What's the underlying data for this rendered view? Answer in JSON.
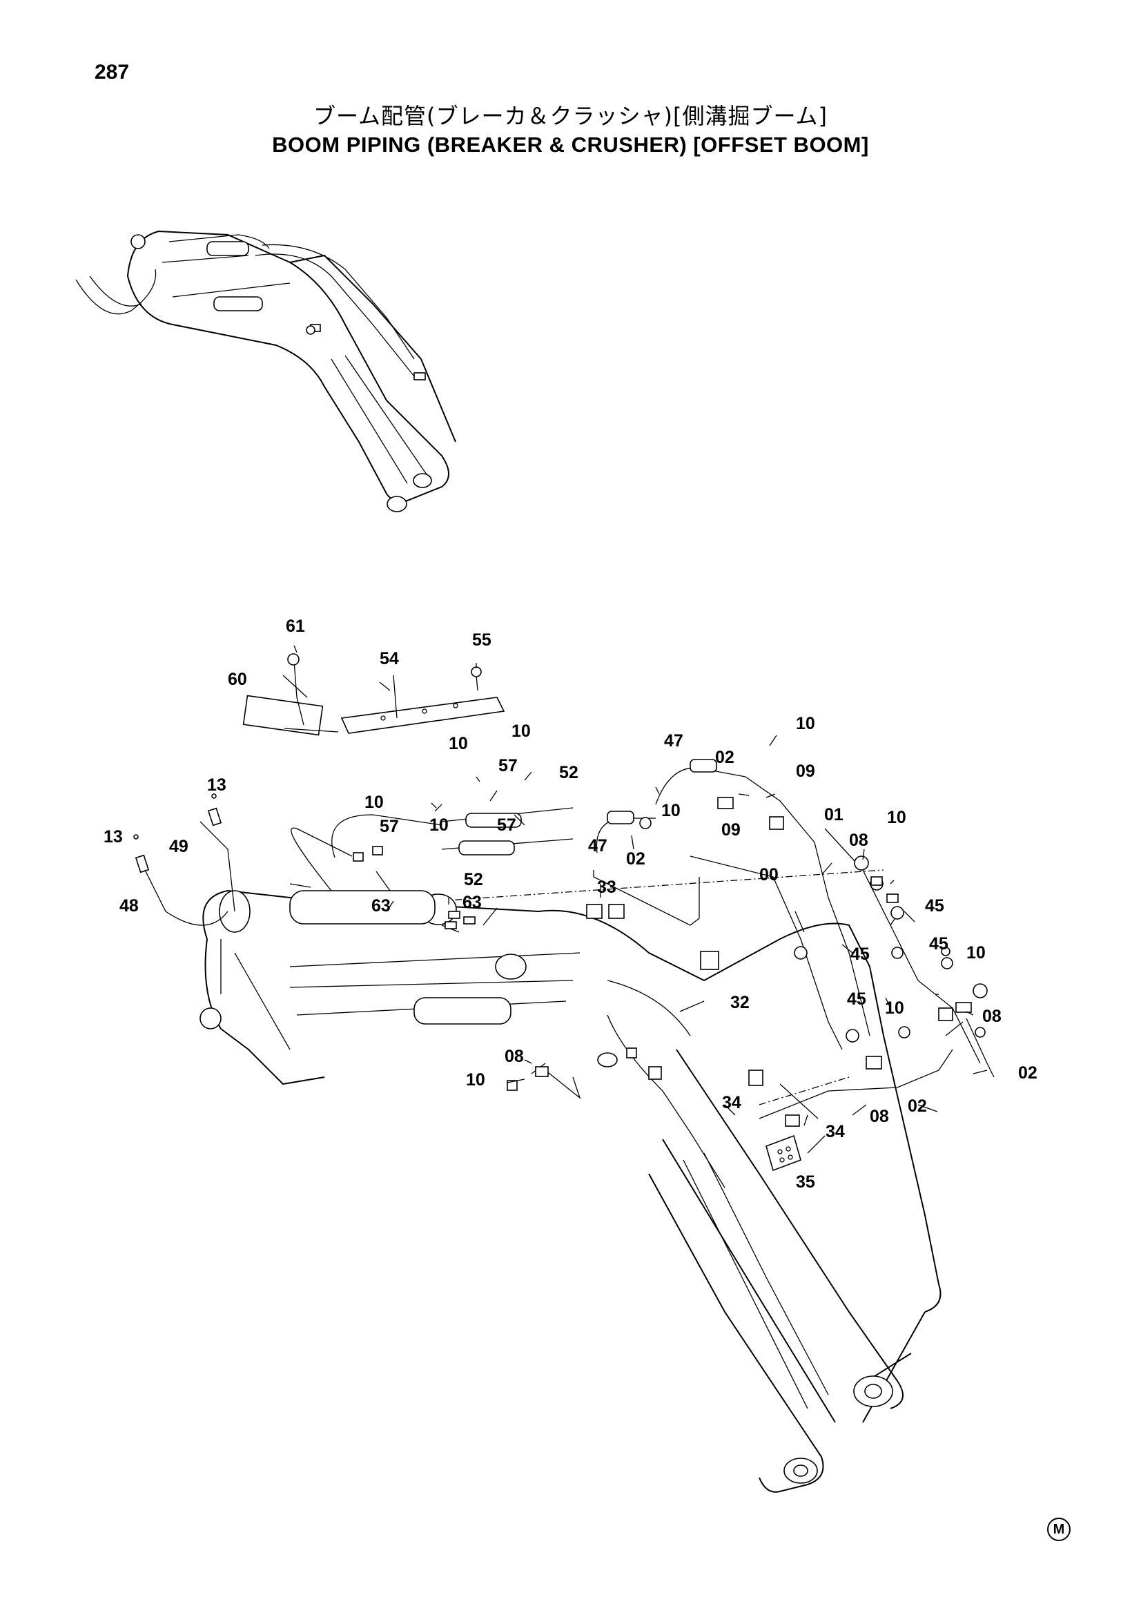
{
  "page": {
    "number": "287",
    "title_jp": "ブーム配管(ブレーカ＆クラッシャ)[側溝掘ブーム]",
    "title_en": "BOOM  PIPING  (BREAKER & CRUSHER) [OFFSET  BOOM]",
    "maker_mark": "M"
  },
  "callouts": [
    {
      "id": "c61",
      "label": "61"
    },
    {
      "id": "c54",
      "label": "54"
    },
    {
      "id": "c55",
      "label": "55"
    },
    {
      "id": "c60",
      "label": "60"
    },
    {
      "id": "c10a",
      "label": "10"
    },
    {
      "id": "c10b",
      "label": "10"
    },
    {
      "id": "c47a",
      "label": "47"
    },
    {
      "id": "c10c",
      "label": "10"
    },
    {
      "id": "c02a",
      "label": "02"
    },
    {
      "id": "c57a",
      "label": "57"
    },
    {
      "id": "c52a",
      "label": "52"
    },
    {
      "id": "c09a",
      "label": "09"
    },
    {
      "id": "c13a",
      "label": "13"
    },
    {
      "id": "c10d",
      "label": "10"
    },
    {
      "id": "c10e",
      "label": "10"
    },
    {
      "id": "c10f",
      "label": "10"
    },
    {
      "id": "c01",
      "label": "01"
    },
    {
      "id": "c10g",
      "label": "10"
    },
    {
      "id": "c57b",
      "label": "57"
    },
    {
      "id": "c57c",
      "label": "57"
    },
    {
      "id": "c09b",
      "label": "09"
    },
    {
      "id": "c13b",
      "label": "13"
    },
    {
      "id": "c49",
      "label": "49"
    },
    {
      "id": "c47b",
      "label": "47"
    },
    {
      "id": "c02b",
      "label": "02"
    },
    {
      "id": "c08a",
      "label": "08"
    },
    {
      "id": "c52b",
      "label": "52"
    },
    {
      "id": "c00",
      "label": "00"
    },
    {
      "id": "c48",
      "label": "48"
    },
    {
      "id": "c33",
      "label": "33"
    },
    {
      "id": "c45a",
      "label": "45"
    },
    {
      "id": "c63a",
      "label": "63"
    },
    {
      "id": "c63b",
      "label": "63"
    },
    {
      "id": "c45b",
      "label": "45"
    },
    {
      "id": "c45c",
      "label": "45"
    },
    {
      "id": "c10h",
      "label": "10"
    },
    {
      "id": "c32",
      "label": "32"
    },
    {
      "id": "c08b",
      "label": "08"
    },
    {
      "id": "c45d",
      "label": "45"
    },
    {
      "id": "c10i",
      "label": "10"
    },
    {
      "id": "c08c",
      "label": "08"
    },
    {
      "id": "c10j",
      "label": "10"
    },
    {
      "id": "c02c",
      "label": "02"
    },
    {
      "id": "c34a",
      "label": "34"
    },
    {
      "id": "c08d",
      "label": "08"
    },
    {
      "id": "c02d",
      "label": "02"
    },
    {
      "id": "c34b",
      "label": "34"
    },
    {
      "id": "c35",
      "label": "35"
    }
  ]
}
